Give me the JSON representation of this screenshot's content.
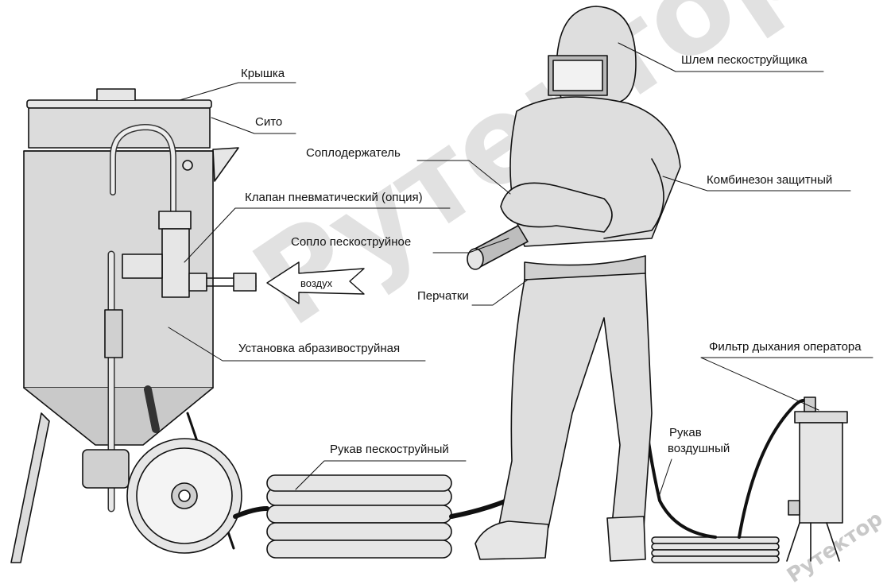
{
  "labels": {
    "lid": "Крышка",
    "sieve": "Сито",
    "nozzle_holder": "Соплодержатель",
    "valve": "Клапан пневматический (опция)",
    "nozzle": "Сопло пескоструйное",
    "air_arrow": "воздух",
    "gloves": "Перчатки",
    "unit": "Установка абразивоструйная",
    "blast_hose": "Рукав пескоструйный",
    "helmet": "Шлем пескоструйщика",
    "suit": "Комбинезон защитный",
    "air_hose_line1": "Рукав",
    "air_hose_line2": "воздушный",
    "filter": "Фильтр дыхания оператора"
  },
  "watermark": {
    "main": "Рутектор",
    "corner": "Рутектор"
  },
  "colors": {
    "line": "#111111",
    "fill_light": "#e6e6e6",
    "fill_mid": "#cfcfcf",
    "watermark": "#d7d7d7"
  }
}
